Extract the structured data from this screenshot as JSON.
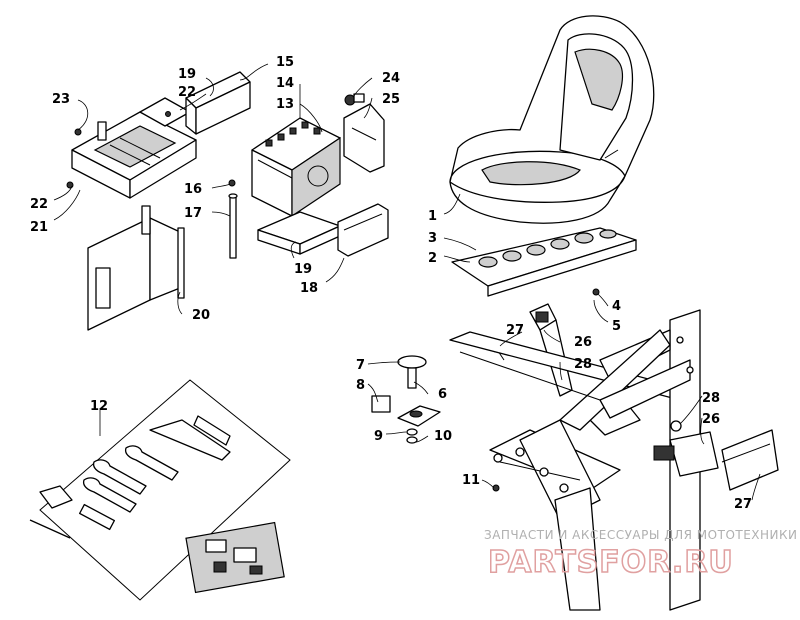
{
  "callouts": {
    "c1": "1",
    "c2": "2",
    "c3": "3",
    "c4": "4",
    "c5": "5",
    "c6": "6",
    "c7": "7",
    "c8": "8",
    "c9": "9",
    "c10": "10",
    "c11": "11",
    "c12": "12",
    "c13": "13",
    "c14": "14",
    "c15": "15",
    "c16": "16",
    "c17": "17",
    "c18": "18",
    "c19a": "19",
    "c19b": "19",
    "c20": "20",
    "c21": "21",
    "c22a": "22",
    "c22b": "22",
    "c23": "23",
    "c24": "24",
    "c25": "25",
    "c26a": "26",
    "c26b": "26",
    "c27a": "27",
    "c27b": "27",
    "c28a": "28",
    "c28b": "28"
  },
  "watermark": {
    "tagline": "ЗАПЧАСТИ И АКСЕССУАРЫ ДЛЯ МОТОТЕХНИКИ",
    "brand": "PARTSFOR.RU"
  },
  "colors": {
    "line": "#000000",
    "watermark_text": "#b0b0b0",
    "watermark_brand": "#e0a0a0"
  }
}
